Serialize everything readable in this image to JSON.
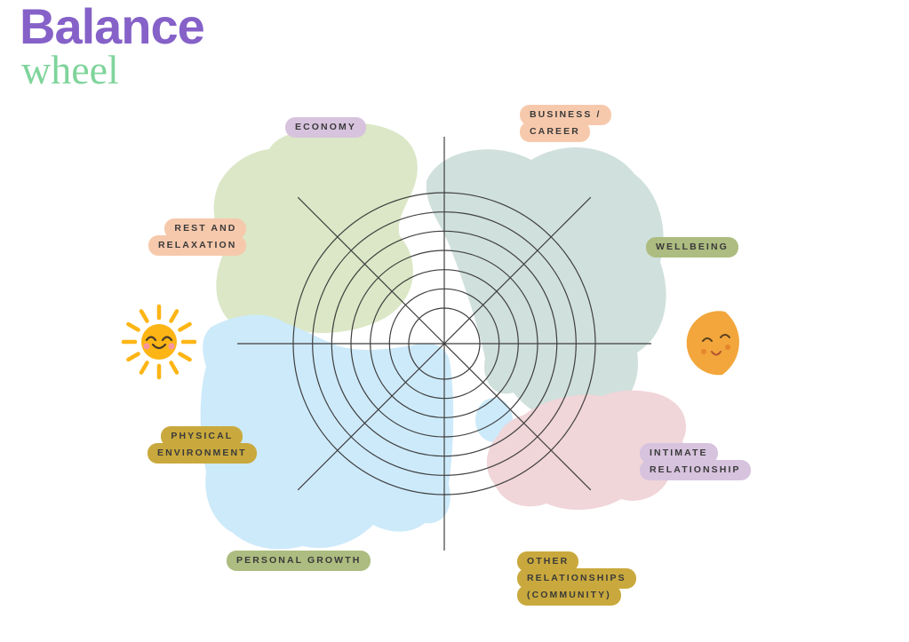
{
  "header": {
    "title": "Balance",
    "subtitle": "wheel"
  },
  "labels": {
    "economy": {
      "lines": [
        "ECONOMY"
      ]
    },
    "business_career": {
      "lines": [
        "BUSINESS /",
        "CAREER"
      ]
    },
    "rest_relaxation": {
      "lines": [
        "REST AND",
        "RELAXATION"
      ]
    },
    "wellbeing": {
      "lines": [
        "WELLBEING"
      ]
    },
    "physical_environment": {
      "lines": [
        "PHYSICAL",
        "ENVIRONMENT"
      ]
    },
    "intimate_relationship": {
      "lines": [
        "INTIMATE",
        "RELATIONSHIP"
      ]
    },
    "personal_growth": {
      "lines": [
        "PERSONAL GROWTH"
      ]
    },
    "other_relationships": {
      "lines": [
        "OTHER",
        "RELATIONSHIPS",
        "(COMMUNITY)"
      ]
    }
  },
  "wheel": {
    "rings": 7,
    "spokes": 8,
    "inner_radius": 40,
    "outer_radius": 170,
    "spoke_radius": 233
  },
  "colors": {
    "title_purple": "#8561c8",
    "title_green": "#7fd49b",
    "blob_green": "#dbe7c6",
    "blob_teal": "#d0e0dc",
    "blob_blue": "#cdeafa",
    "blob_pink": "#f0d5d9",
    "pill_lavender": "#d7c3de",
    "pill_peach": "#f7c9ac",
    "pill_olive": "#adbc80",
    "pill_mustard": "#c9a93d",
    "wheel_line": "#3f3f3f",
    "sun_yellow": "#fdb515",
    "sun_cheek": "#f591ac",
    "sun_face": "#4a3b28",
    "moon_orange": "#f2a63b",
    "moon_cheek": "#e07b28",
    "moon_face": "#5b4020",
    "moon_mouth": "#b35430"
  },
  "icons": {
    "sun": "smiling-sun",
    "moon": "sleeping-crescent-moon"
  }
}
